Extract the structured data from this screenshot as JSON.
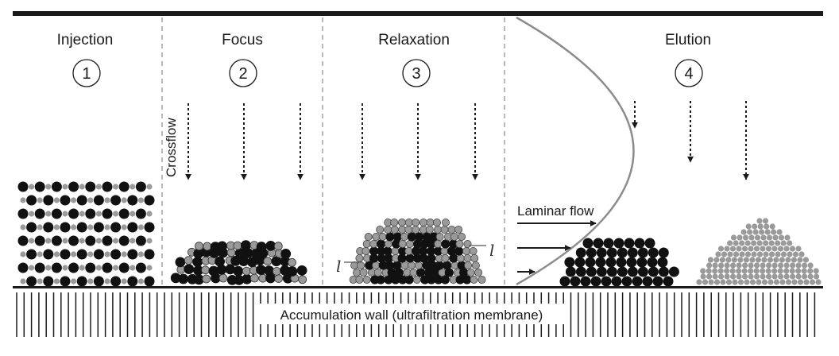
{
  "stages": [
    {
      "title": "Injection",
      "number": "1"
    },
    {
      "title": "Focus",
      "number": "2"
    },
    {
      "title": "Relaxation",
      "number": "3"
    },
    {
      "title": "Elution",
      "number": "4"
    }
  ],
  "labels": {
    "crossflow": "Crossflow",
    "laminar_flow": "Laminar flow",
    "accumulation_wall": "Accumulation wall (ultrafiltration membrane)",
    "layer_thickness_symbol": "l"
  },
  "colors": {
    "large_particle": "#111111",
    "small_particle": "#9a9a9a",
    "ink": "#1a1a1a",
    "parabola": "#8c8c8c"
  }
}
